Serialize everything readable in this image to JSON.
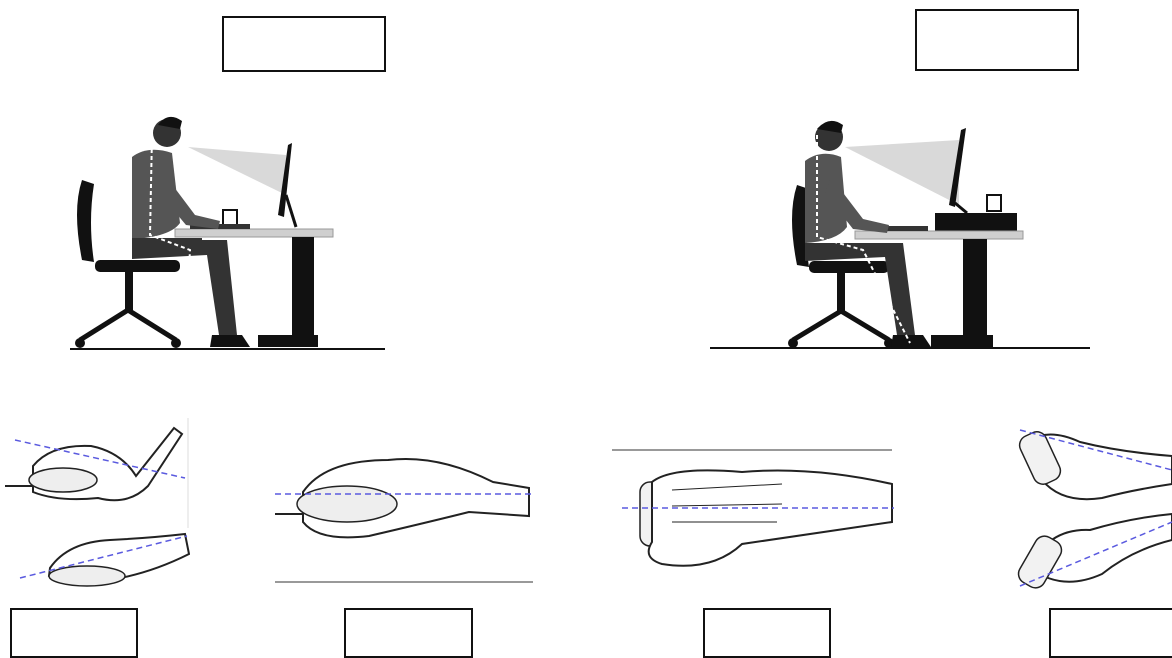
{
  "labels": {
    "top_left": "",
    "top_right": "",
    "bottom_1": "",
    "bottom_2": "",
    "bottom_3": "",
    "bottom_4": ""
  },
  "colors": {
    "ink": "#111111",
    "shirt": "#555555",
    "sight_cone": "#d9d9d9",
    "posture_line": "#ffffff",
    "guide_line": "#5a5adf"
  },
  "illustrations": [
    "seated-posture-standard-desk",
    "seated-posture-raised-monitor",
    "hand-on-mouse-side-views",
    "hand-on-mouse-side-view",
    "hand-on-mouse-top-view",
    "hand-on-mouse-angled-views"
  ]
}
